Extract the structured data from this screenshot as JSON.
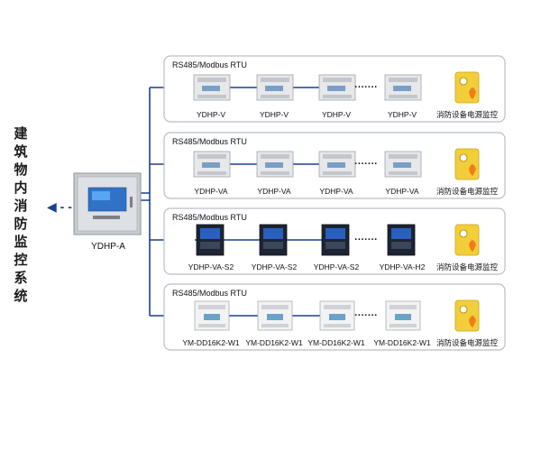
{
  "system_title": [
    "建",
    "筑",
    "物",
    "内",
    "消",
    "防",
    "监",
    "控",
    "系",
    "统"
  ],
  "main_unit": {
    "label": "YDHP-A"
  },
  "bus_protocol": "RS485/Modbus RTU",
  "monitor_label": "消防设备电源监控",
  "ellipsis": "·······",
  "rows": [
    {
      "device_type": "din-grey",
      "labels": [
        "YDHP-V",
        "YDHP-V",
        "YDHP-V",
        "YDHP-V"
      ]
    },
    {
      "device_type": "din-grey",
      "labels": [
        "YDHP-VA",
        "YDHP-VA",
        "YDHP-VA",
        "YDHP-VA"
      ]
    },
    {
      "device_type": "panel-dark",
      "labels": [
        "YDHP-VA-S2",
        "YDHP-VA-S2",
        "YDHP-VA-S2",
        "YDHP-VA-H2"
      ]
    },
    {
      "device_type": "din-white",
      "labels": [
        "YM-DD16K2-W1",
        "YM-DD16K2-W1",
        "YM-DD16K2-W1",
        "YM-DD16K2-W1"
      ]
    }
  ],
  "colors": {
    "bus_line": "#1d3f8e",
    "box_border": "#b9bec8",
    "monitor_bg": "#f2cf3a",
    "arrow": "#1d3f8e"
  }
}
